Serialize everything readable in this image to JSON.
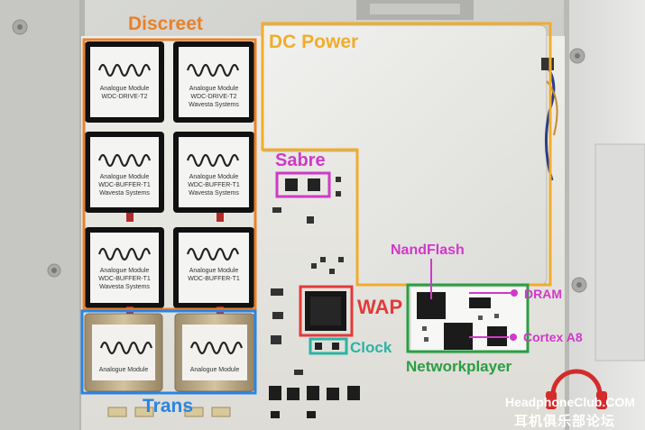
{
  "labels": {
    "discreet": {
      "text": "Discreet",
      "color": "#e8812a",
      "style": "left:142px;top:16px;font-size:21px;color:#e8812a;"
    },
    "dc_power": {
      "text": "DC Power",
      "color": "#f0ad2c",
      "style": "left:298px;top:36px;font-size:21px;color:#f0ad2c;"
    },
    "sabre": {
      "text": "Sabre",
      "color": "#d138c8",
      "style": "left:305px;top:168px;font-size:20px;color:#d138c8;"
    },
    "nandflash": {
      "text": "NandFlash",
      "color": "#d138c8",
      "style": "left:433px;top:270px;font-size:16px;color:#d138c8;"
    },
    "dram": {
      "text": "DRAM",
      "color": "#d138c8",
      "style": "left:581px;top:319px;font-size:14px;color:#d138c8;"
    },
    "wap": {
      "text": "WAP",
      "color": "#e23a3a",
      "style": "left:396px;top:330px;font-size:22px;color:#e23a3a;"
    },
    "cortex": {
      "text": "Cortex A8",
      "color": "#d138c8",
      "style": "left:580px;top:367px;font-size:14px;color:#d138c8;"
    },
    "clock": {
      "text": "Clock",
      "color": "#2bb3a5",
      "style": "left:388px;top:377px;font-size:17px;color:#2bb3a5;"
    },
    "networkplayer": {
      "text": "Networkplayer",
      "color": "#2a9e42",
      "style": "left:450px;top:398px;font-size:17px;color:#2a9e42;"
    },
    "trans": {
      "text": "Trans",
      "color": "#2a84e4",
      "style": "left:158px;top:440px;font-size:21px;color:#2a84e4;"
    }
  },
  "modules": [
    {
      "name": "Analogue Module",
      "model": "WDC-DRIVE-T2"
    },
    {
      "name": "Analogue Module",
      "model": "WDC-DRIVE-T2",
      "maker": "Wavesta Systems"
    },
    {
      "name": "Analogue Module",
      "model": "WDC-BUFFER-T1",
      "maker": "Wavesta Systems"
    },
    {
      "name": "Analogue Module",
      "model": "WDC-BUFFER-T1",
      "maker": "Wavesta Systems"
    },
    {
      "name": "Analogue Module",
      "model": "WDC-BUFFER-T1",
      "maker": "Wavesta Systems"
    },
    {
      "name": "Analogue Module",
      "model": "WDC-BUFFER-T1"
    },
    {
      "name": "Analogue Module"
    },
    {
      "name": "Analogue Module"
    }
  ],
  "watermark": {
    "site": "HeadphoneClub.COM",
    "forum": "耳机俱乐部论坛"
  }
}
